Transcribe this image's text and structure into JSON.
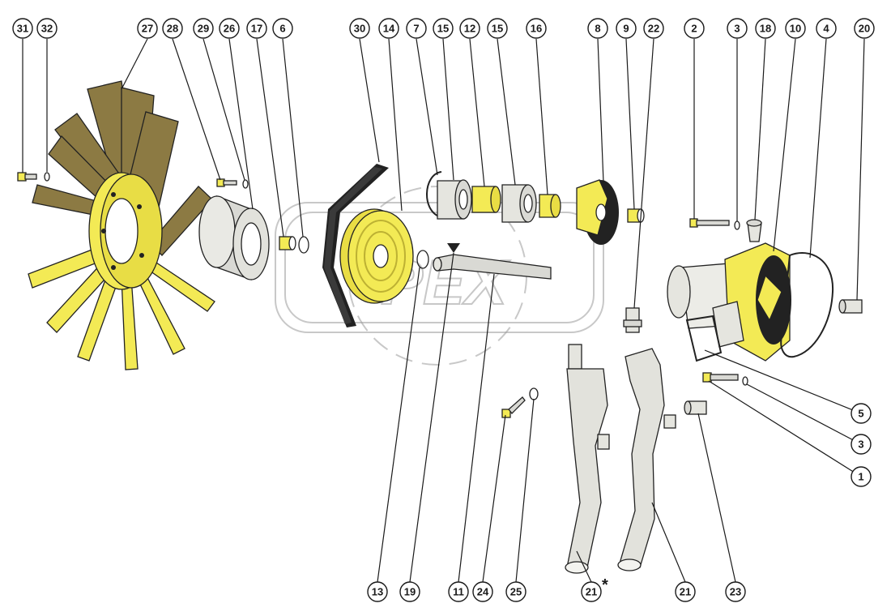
{
  "colors": {
    "part_yellow": "#f3ea55",
    "part_olive": "#8c7a43",
    "part_grey": "#d9d9d4",
    "outline": "#222222",
    "watermark": "#9a9a9a"
  },
  "watermark": {
    "text": "PEX"
  },
  "callouts": {
    "c31": "31",
    "c32": "32",
    "c27": "27",
    "c28": "28",
    "c29": "29",
    "c26": "26",
    "c17": "17",
    "c6": "6",
    "c30": "30",
    "c14": "14",
    "c7": "7",
    "c15a": "15",
    "c12": "12",
    "c15b": "15",
    "c16": "16",
    "c8": "8",
    "c9": "9",
    "c22": "22",
    "c2": "2",
    "c3a": "3",
    "c18": "18",
    "c10": "10",
    "c4": "4",
    "c20": "20",
    "c5": "5",
    "c3b": "3",
    "c1": "1",
    "c13": "13",
    "c19": "19",
    "c11": "11",
    "c24": "24",
    "c25": "25",
    "c21a": "21",
    "c21b": "21",
    "c23": "23"
  },
  "marks": {
    "asterisk": "*"
  }
}
